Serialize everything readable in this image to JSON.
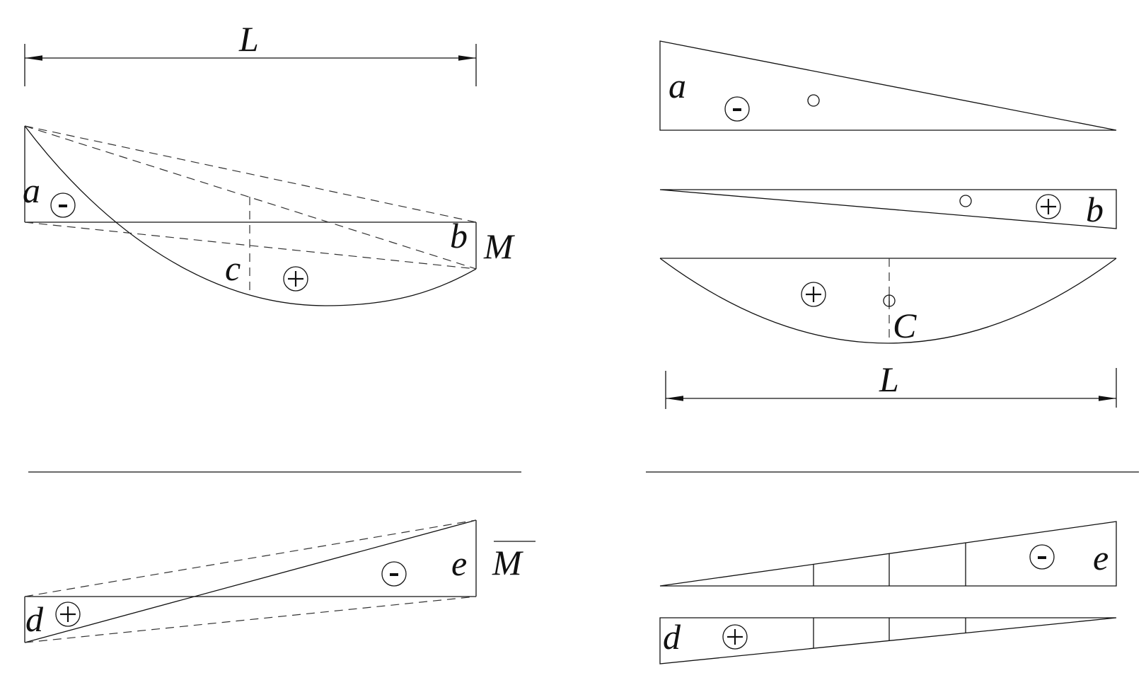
{
  "left_moment_diagram": {
    "span_label": "L",
    "point_a": "a",
    "point_b": "b",
    "point_c": "c",
    "moment_label": "M"
  },
  "left_unit_diagram": {
    "point_d": "d",
    "point_e": "e",
    "moment_label": "M"
  },
  "right_decomposition": {
    "point_a": "a",
    "point_b": "b",
    "point_c": "C",
    "span_label": "L",
    "point_d": "d",
    "point_e": "e"
  },
  "signs": {
    "plus": "+",
    "minus": "-"
  },
  "colors": {
    "line": "#111111",
    "background": "#ffffff"
  }
}
